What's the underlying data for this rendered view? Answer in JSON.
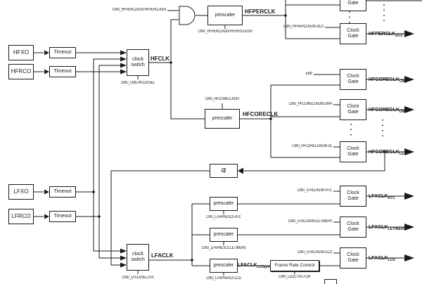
{
  "sources": {
    "hfxo": "HFXO",
    "hfrco": "HFRCO",
    "lfxo": "LFXO",
    "lfrco": "LFRCO"
  },
  "blocks": {
    "timeout": "Timeout",
    "clock_switch_line1": "clock",
    "clock_switch_line2": "switch",
    "prescaler": "prescaler",
    "clock_gate_line1": "Clock",
    "clock_gate_line2": "Gate",
    "divide_by_two": "/2",
    "frame_rate_control": "Frame Rate Control"
  },
  "registers": {
    "hfperclken": "CMU_HFPERCLKDIV.HFPERCLKEN",
    "hfperclkdiv": "CMU_HFPERCLKDIV.HFPERCLKDIV",
    "hfperclken0_i2c0": "CMU_HFPERCLKEN0.I2C0",
    "cmd_hfclksel": "CMU_CMD.HFCLKSEL",
    "hfcoreclkdiv": "CMU_HFCORECLKDIV",
    "em0": "EM0",
    "hfcoreclken0_dma": "CMU_HFCORECLKEN0.DMA",
    "hfcoreclken0_le": "CMU_HFCORECLKEN0.LE",
    "lfclksel_lfa": "CMU_LFCLKSEL.LFA",
    "lfapresc0_rtc": "CMU_LFAPRESC0.RTC",
    "lfaclken0_rtc": "CMU_LFACLKEN0.RTC",
    "lfapresc0_letimer0": "CMU_LFAPRESC0.LETIMER0",
    "lfaclken0_letimer0": "CMU_LFACLKEN0.LETIMER0",
    "lfapresc0_lcd": "CMU_LFAPRESC0.LCD",
    "lfaclken0_lcd": "CMU_LFACLKEN0.LCD",
    "lcdctrl_fdiv": "CMU_LCDCTRL.FDIV"
  },
  "signals": {
    "hfclk": "HFCLK",
    "hfperclk": "HFPERCLK",
    "hfcoreclk": "HFCORECLK",
    "lfaclk": "LFACLK",
    "hfperclk_i2c0": {
      "base": "HFPERCLK",
      "sub": "I2C0"
    },
    "hfcoreclk_cm3": {
      "base": "HFCORECLK",
      "sub": "CM3"
    },
    "hfcoreclk_dma": {
      "base": "HFCORECLK",
      "sub": "DMA"
    },
    "hfcoreclk_le": {
      "base": "HFCORECLK",
      "sub": "LE"
    },
    "lfaclk_rtc": {
      "base": "LFACLK",
      "sub": "RTC"
    },
    "lfaclk_letimer0": {
      "base": "LFACLK",
      "sub": "LETIMER0"
    },
    "lfaclk_lcd": {
      "base": "LFACLK",
      "sub": "LCD"
    },
    "lfaclk_lcdpre": {
      "base": "LFACLK",
      "sub": "LCDpre"
    }
  }
}
